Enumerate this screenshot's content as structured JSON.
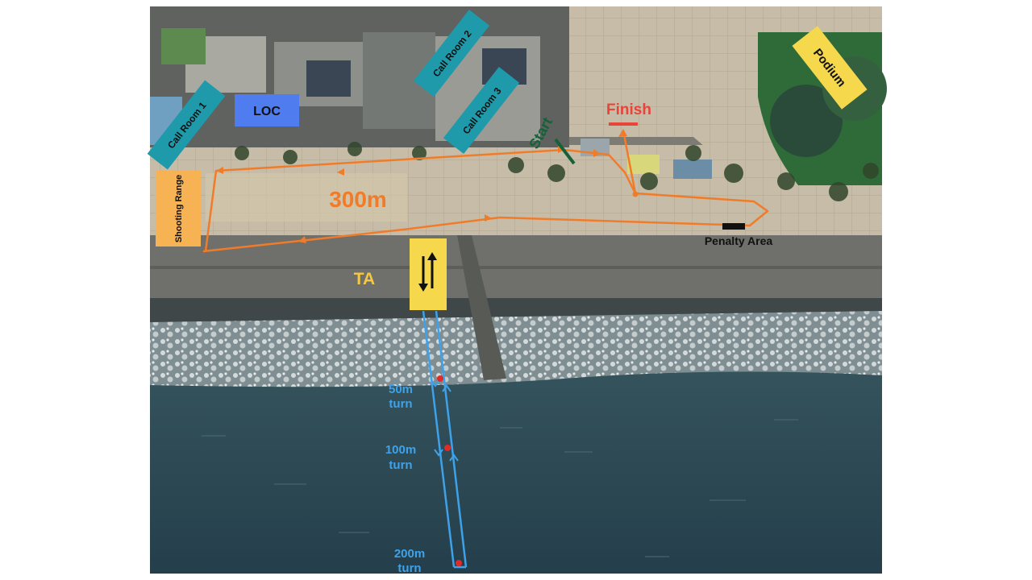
{
  "buildings": {
    "loc": "LOC",
    "call_room_1": "Call Room 1",
    "call_room_2": "Call Room 2",
    "call_room_3": "Call Room 3",
    "podium": "Podium",
    "shooting_range": "Shooting Range"
  },
  "course": {
    "start": "Start",
    "finish": "Finish",
    "run_distance": "300m",
    "penalty_area": "Penalty Area",
    "transition_area": "TA",
    "turn_word": "turn",
    "swim_turns": [
      "50m",
      "100m",
      "200m"
    ]
  },
  "colors": {
    "run_route": "#f07c2a",
    "swim_route": "#3ea2ea",
    "start": "#16603a",
    "finish": "#e8443a",
    "loc_box": "#4f7df0",
    "call_room_box": "#1f9aab",
    "label_yellow": "#f5d84c",
    "shooting_range_box": "#f7b253",
    "turn_label": "#3ea2ea",
    "sea": "#2b4a56"
  },
  "icons": [
    "two-way-arrows-icon",
    "buoy-marker-icon"
  ]
}
